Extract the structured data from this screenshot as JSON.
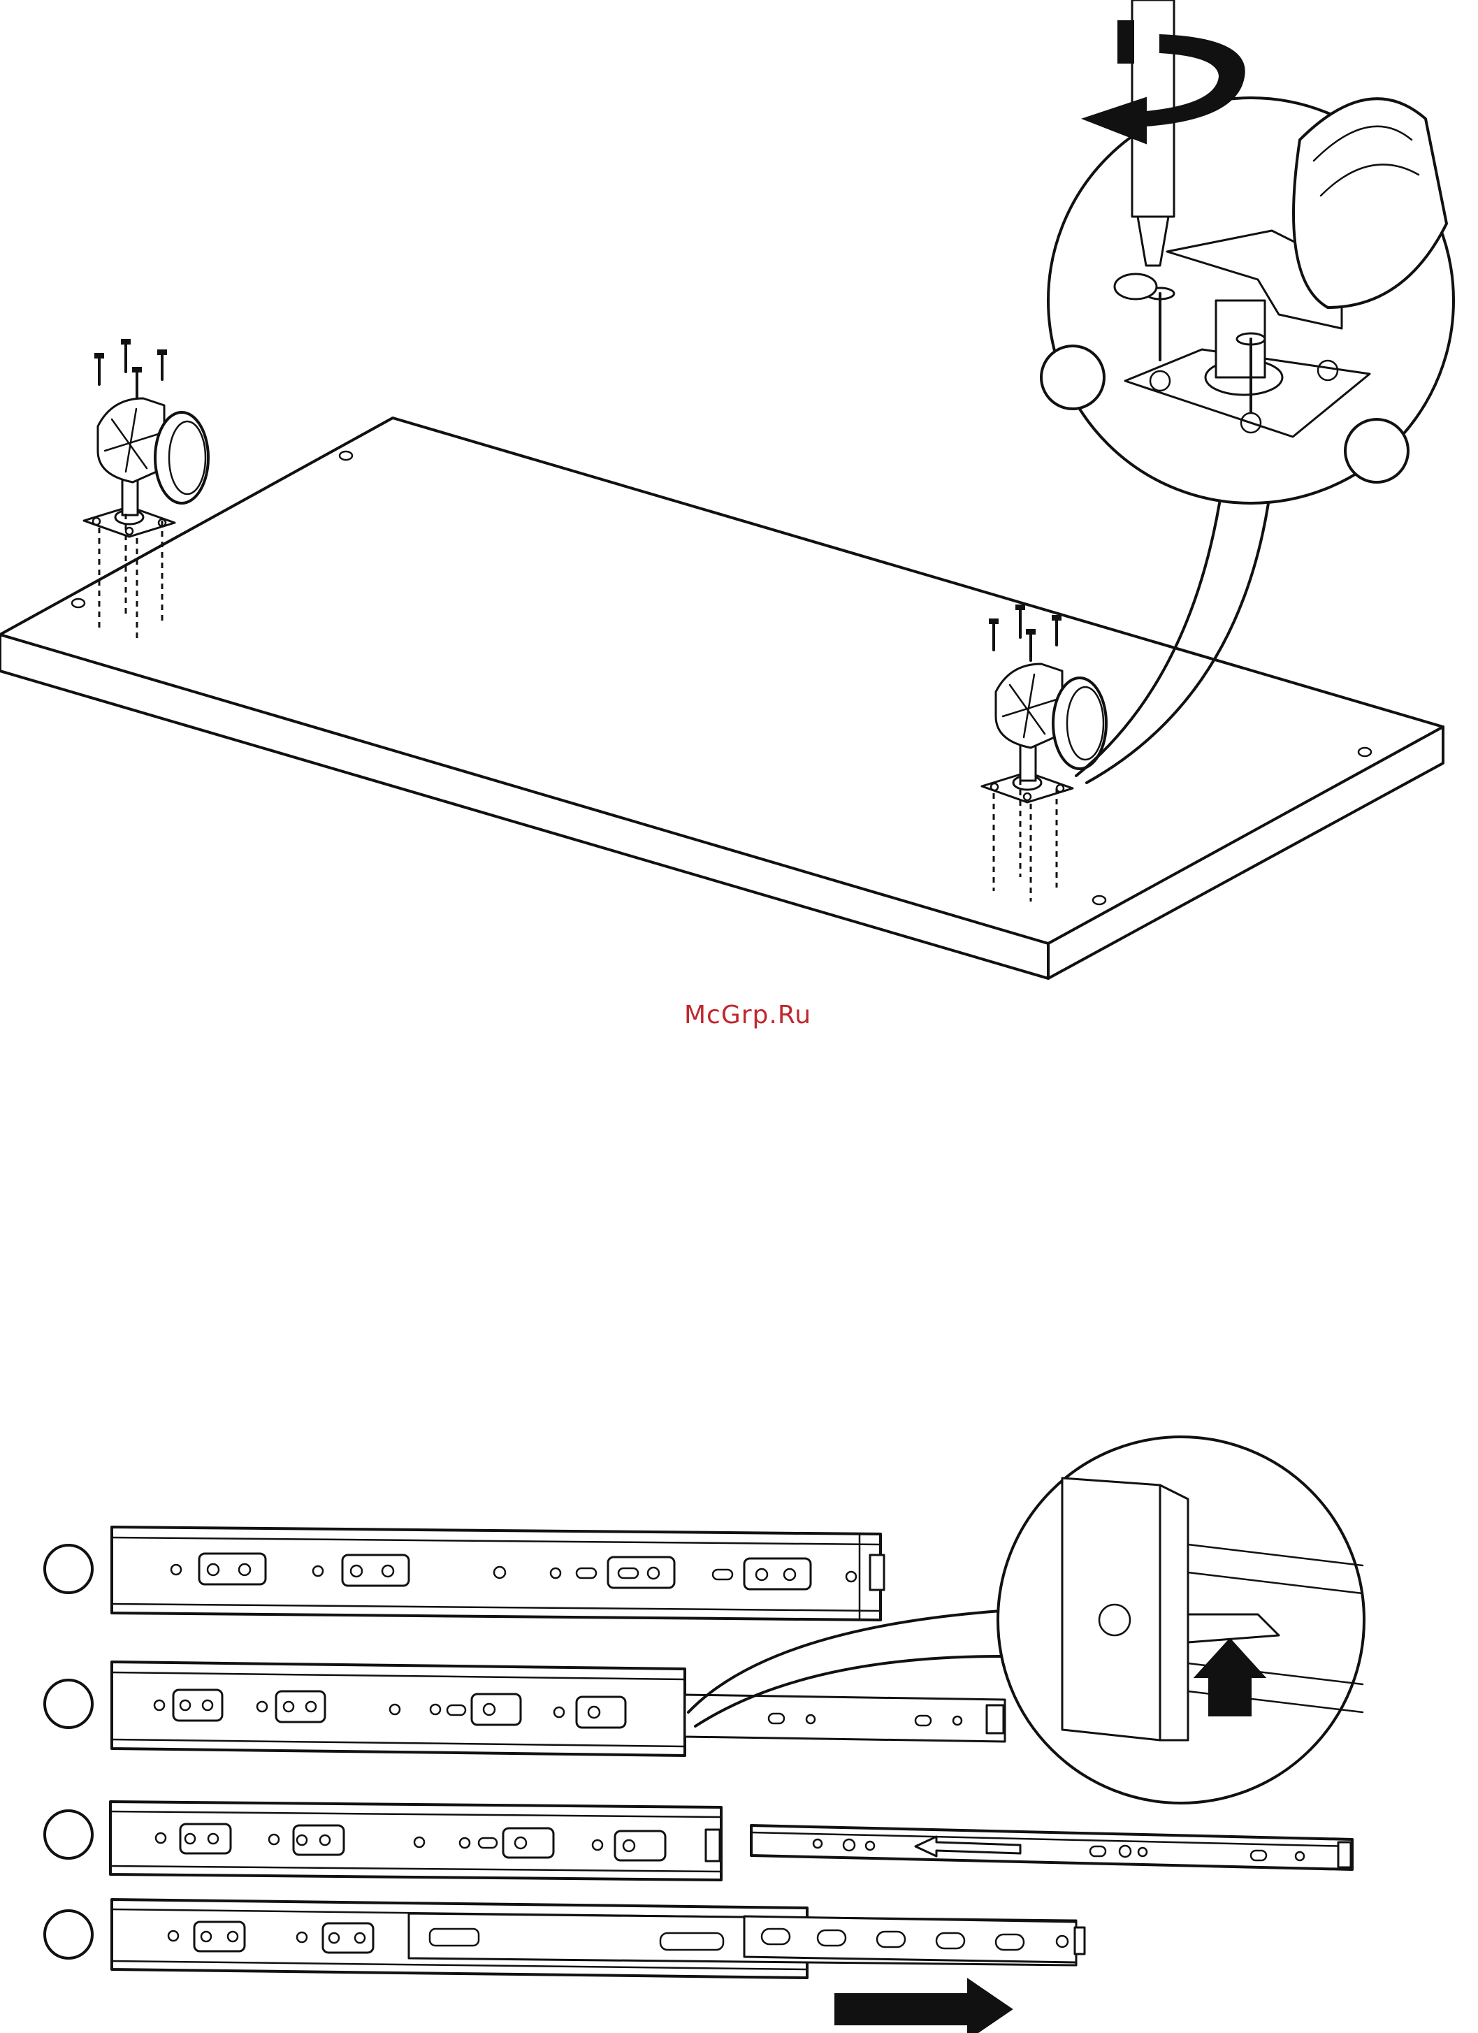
{
  "watermark": {
    "text": "McGrp.Ru",
    "color": "#c0282d"
  },
  "figure_top": {
    "name": "caster-mounting",
    "callouts": [
      "",
      ""
    ],
    "icons": [
      "screwdriver-icon",
      "rotate-arrow-icon",
      "screw-icon",
      "caster-wheel-icon",
      "panel-board-icon"
    ]
  },
  "figure_bottom": {
    "name": "drawer-slide-steps",
    "steps": [
      "",
      "",
      "",
      ""
    ],
    "icons": [
      "drawer-slide-icon",
      "release-tab-arrow-icon",
      "slide-direction-arrow-icon"
    ]
  }
}
